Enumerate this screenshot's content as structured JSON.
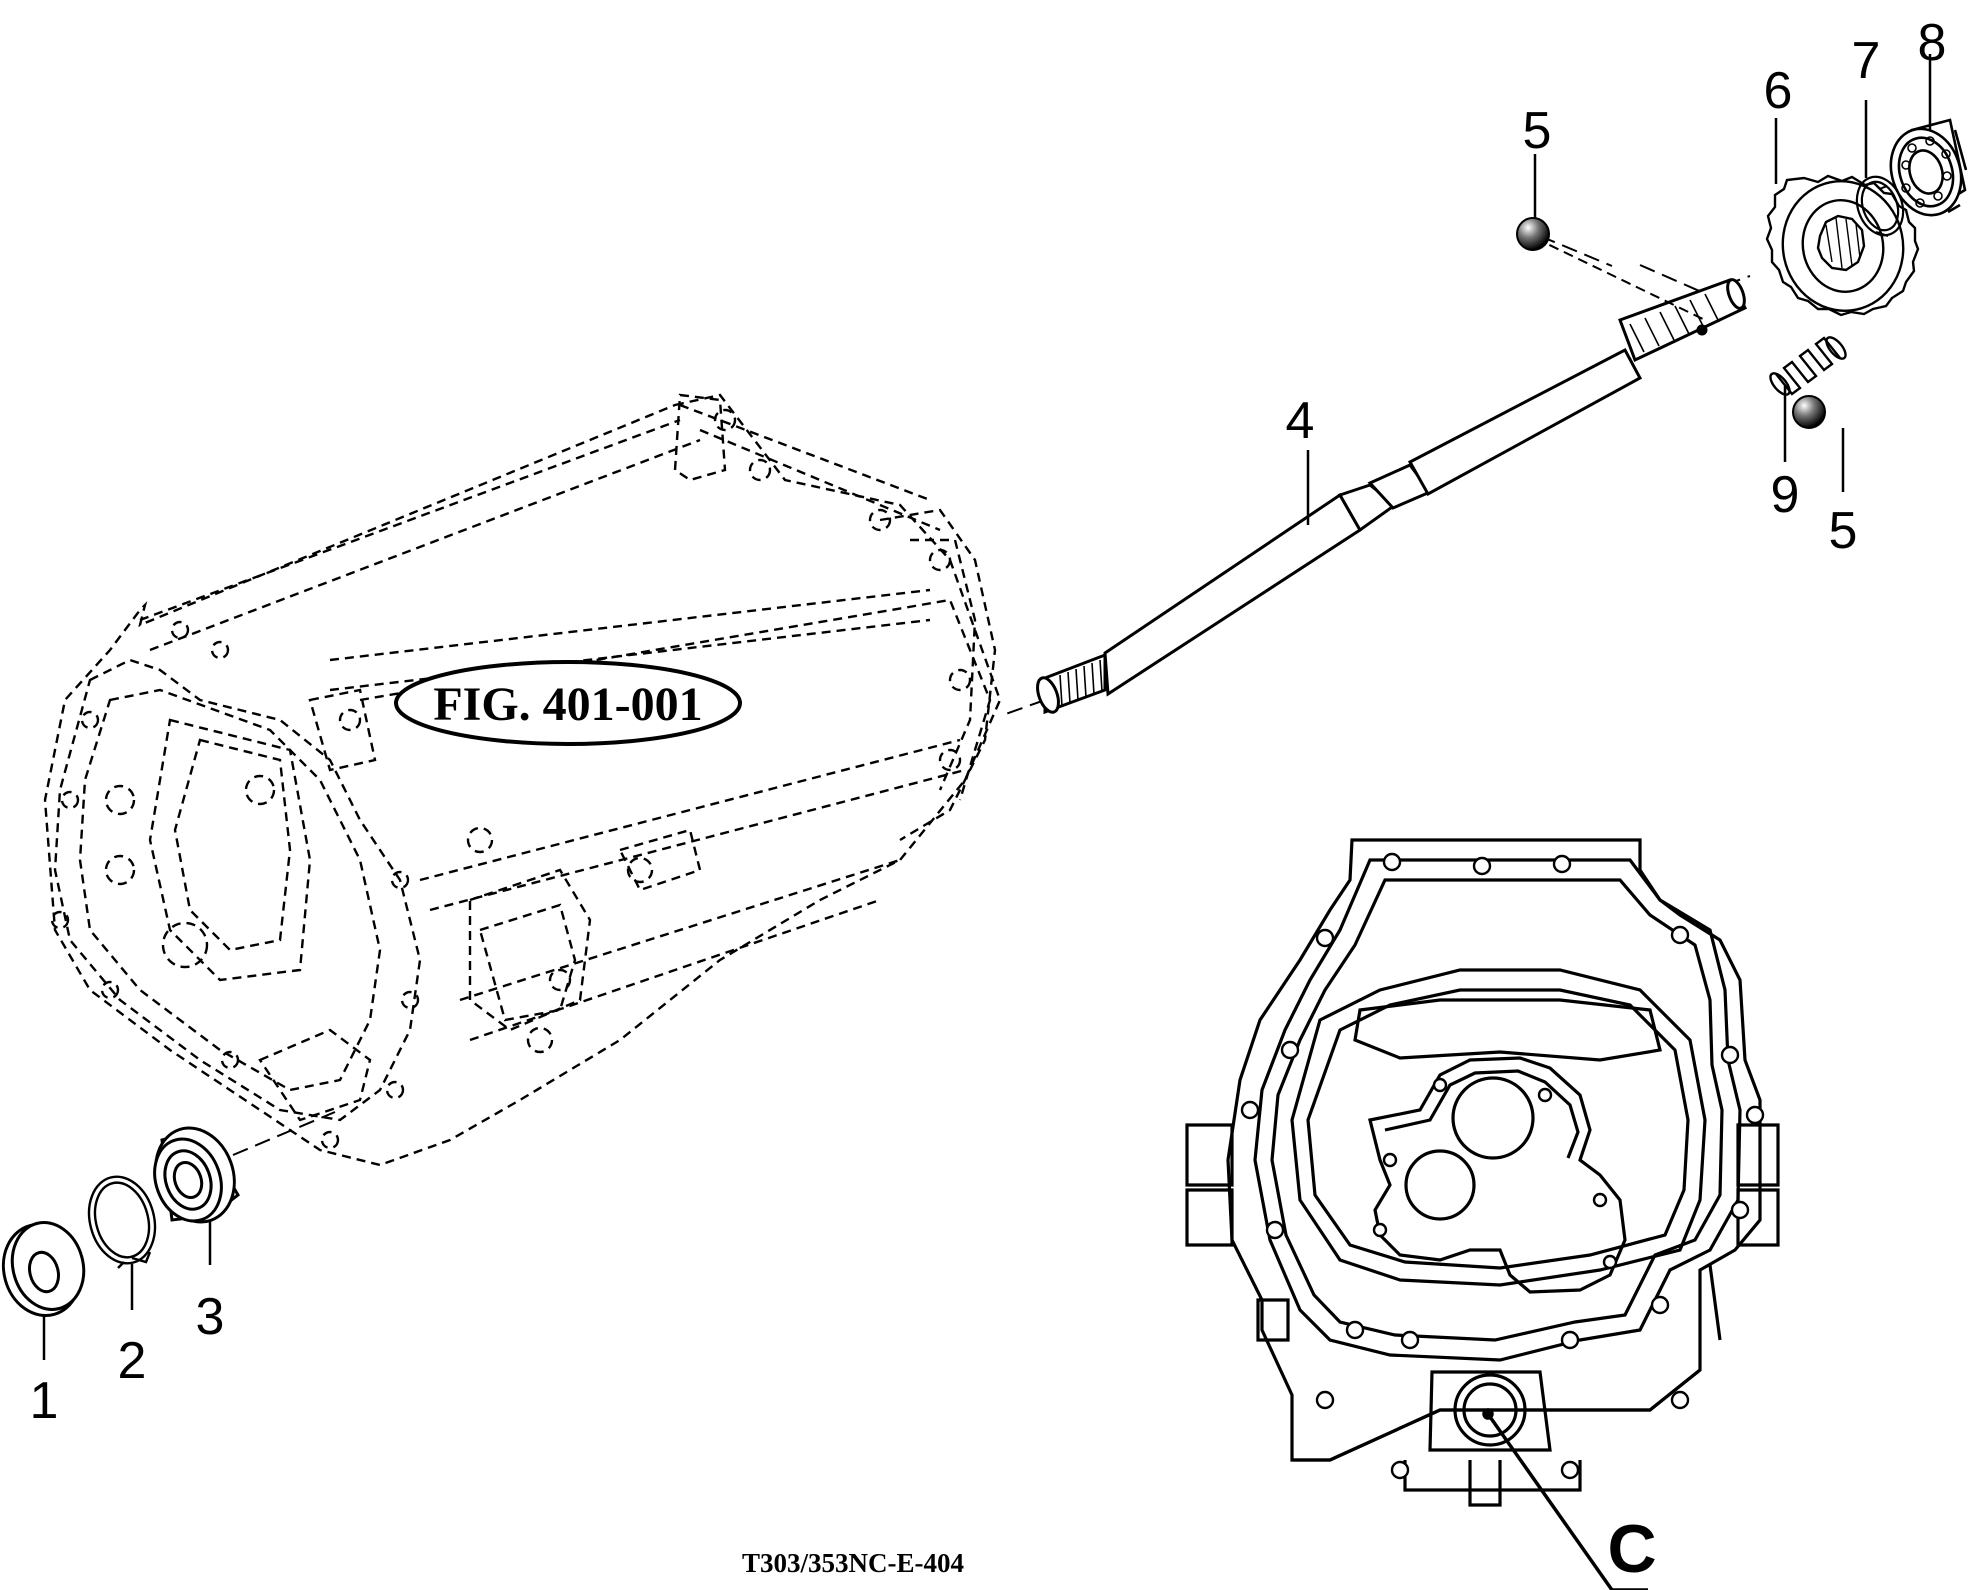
{
  "figure_reference": "FIG. 401-001",
  "drawing_code": "T303/353NC-E-404",
  "view_label": "C",
  "callouts": {
    "c1": "1",
    "c2": "2",
    "c3": "3",
    "c4": "4",
    "c5a": "5",
    "c5b": "5",
    "c6": "6",
    "c7": "7",
    "c8": "8",
    "c9": "9"
  },
  "colors": {
    "line": "#000000",
    "background": "#ffffff"
  }
}
